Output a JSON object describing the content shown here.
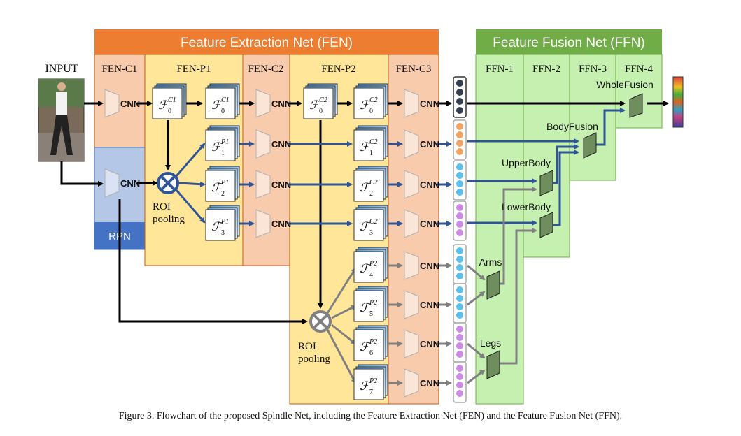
{
  "input_label": "INPUT",
  "fen": {
    "title": "Feature Extraction Net (FEN)",
    "columns": {
      "c1": "FEN-C1",
      "p1": "FEN-P1",
      "c2": "FEN-C2",
      "p2": "FEN-P2",
      "c3": "FEN-C3"
    },
    "rpn": "RPN",
    "cnn": "CNN",
    "roi_pooling_1": [
      "ROI",
      "pooling"
    ],
    "roi_pooling_2": [
      "ROI",
      "pooling"
    ],
    "features_p1_col": [
      {
        "sub": "0",
        "sup": "C1"
      },
      {
        "sub": "1",
        "sup": "P1"
      },
      {
        "sub": "2",
        "sup": "P1"
      },
      {
        "sub": "3",
        "sup": "P1"
      }
    ],
    "features_c2_col": [
      {
        "sub": "0",
        "sup": "C1"
      }
    ],
    "features_p2_top": {
      "sub": "0",
      "sup": "C2"
    },
    "features_c3_col": [
      {
        "sub": "0",
        "sup": "C2"
      },
      {
        "sub": "1",
        "sup": "C2"
      },
      {
        "sub": "2",
        "sup": "C2"
      },
      {
        "sub": "3",
        "sup": "C2"
      },
      {
        "sub": "4",
        "sup": "P2"
      },
      {
        "sub": "5",
        "sup": "P2"
      },
      {
        "sub": "6",
        "sup": "P2"
      },
      {
        "sub": "7",
        "sup": "P2"
      }
    ]
  },
  "ffn": {
    "title": "Feature Fusion Net (FFN)",
    "columns": [
      "FFN-1",
      "FFN-2",
      "FFN-3",
      "FFN-4"
    ],
    "nodes": {
      "whole": "WholeFusion",
      "body": "BodyFusion",
      "upper": "UpperBody",
      "lower": "LowerBody",
      "arms": "Arms",
      "legs": "Legs"
    }
  },
  "colors": {
    "fen_header": "#ed7d31",
    "fen_c": "#f8cbad",
    "fen_p": "#ffe699",
    "rpn_fill": "#b4c7e7",
    "rpn_label": "#4472c4",
    "ffn_header": "#70ad47",
    "ffn_fill": "#c5f0b0",
    "fusion_node": "#6e8e5e",
    "blue_arrow": "#2f5597",
    "gray_arrow": "#808080",
    "dot_black": "#333f50",
    "dot_orange": "#f4a460",
    "dot_blue": "#5bc0eb",
    "dot_purple": "#cc8ae6"
  },
  "caption": "Figure 3. Flowchart of the proposed Spindle Net, including the Feature Extraction Net (FEN) and the Feature Fusion Net (FFN)."
}
